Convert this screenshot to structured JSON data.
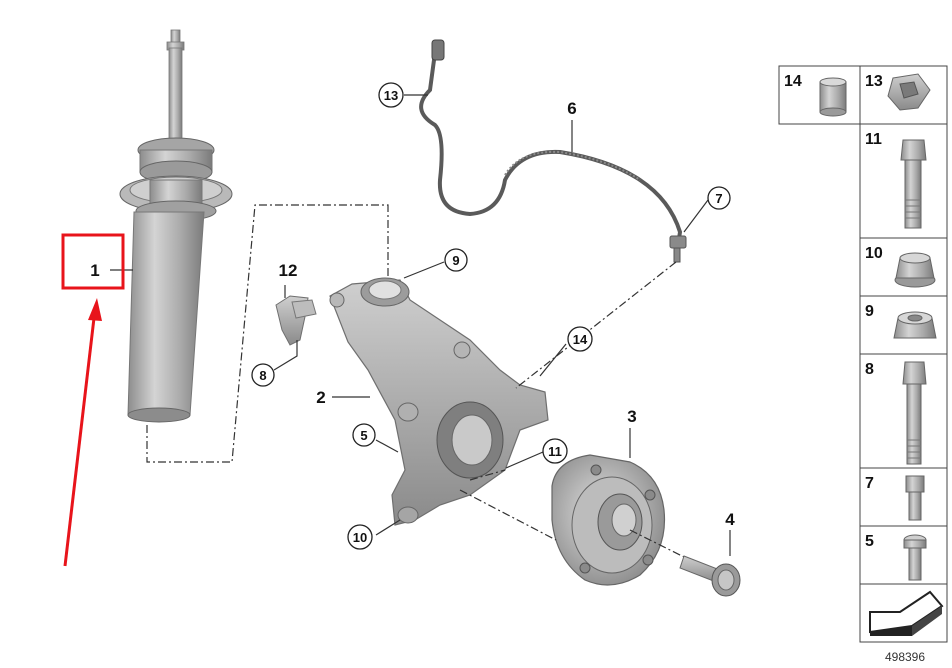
{
  "diagram_ref": "498396",
  "highlight": {
    "color": "#e8141b",
    "label": "1"
  },
  "callouts": {
    "c1": "1",
    "c2": "2",
    "c3": "3",
    "c4": "4",
    "c5": "5",
    "c6": "6",
    "c7": "7",
    "c8": "8",
    "c9": "9",
    "c10": "10",
    "c11": "11",
    "c12": "12",
    "c13": "13",
    "c14": "14"
  },
  "side_panel": {
    "p14": "14",
    "p13": "13",
    "p11": "11",
    "p10": "10",
    "p9": "9",
    "p8": "8",
    "p7": "7",
    "p5": "5"
  }
}
